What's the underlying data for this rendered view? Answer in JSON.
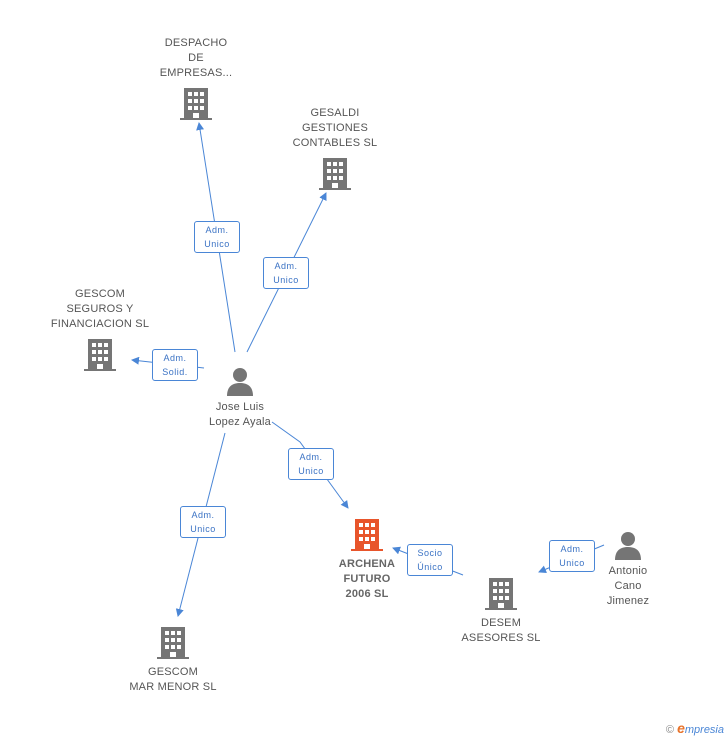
{
  "colors": {
    "company": "#757575",
    "main_company": "#e8552b",
    "person": "#757575",
    "edge": "#4a86d6",
    "label": "#555555"
  },
  "nodes": {
    "despacho": {
      "label": "DESPACHO\nDE\nEMPRESAS...",
      "icon": "building-icon"
    },
    "gesaldi": {
      "label": "GESALDI\nGESTIONES\nCONTABLES SL",
      "icon": "building-icon"
    },
    "gescom_sf": {
      "label": "GESCOM\nSEGUROS Y\nFINANCIACION SL",
      "icon": "building-icon"
    },
    "jose": {
      "label": "Jose Luis\nLopez Ayala",
      "icon": "person-icon"
    },
    "archena": {
      "label": "ARCHENA\nFUTURO\n2006 SL",
      "icon": "building-icon"
    },
    "gescom_mm": {
      "label": "GESCOM\nMAR MENOR SL",
      "icon": "building-icon"
    },
    "desem": {
      "label": "DESEM\nASESORES SL",
      "icon": "building-icon"
    },
    "antonio": {
      "label": "Antonio\nCano\nJimenez",
      "icon": "person-icon"
    }
  },
  "edges": {
    "e1": {
      "label": "Adm.\nUnico"
    },
    "e2": {
      "label": "Adm.\nUnico"
    },
    "e3": {
      "label": "Adm.\nSolid."
    },
    "e4": {
      "label": "Adm.\nUnico"
    },
    "e5": {
      "label": "Adm.\nUnico"
    },
    "e6": {
      "label": "Socio\nÚnico"
    },
    "e7": {
      "label": "Adm.\nUnico"
    }
  },
  "footer": {
    "copyright": "©",
    "brand_initial": "e",
    "brand_rest": "mpresia"
  }
}
